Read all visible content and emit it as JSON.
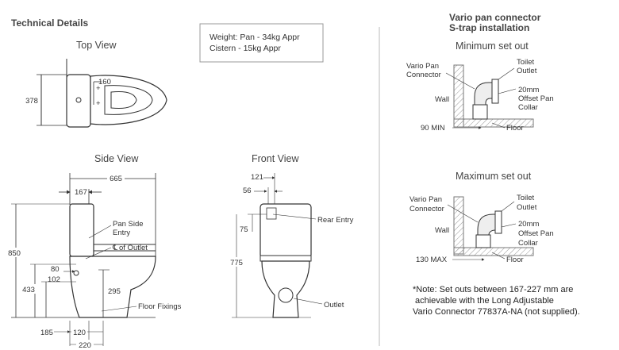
{
  "header": {
    "title": "Technical Details"
  },
  "weights": {
    "line1": "Weight: Pan - 34kg Appr",
    "line2": "Cistern - 15kg Appr"
  },
  "views": {
    "top": "Top View",
    "side": "Side View",
    "front": "Front View"
  },
  "top_view": {
    "dim_height": "378",
    "dim_160": "160"
  },
  "side_view": {
    "dim_665": "665",
    "dim_167": "167",
    "dim_850": "850",
    "dim_80": "80",
    "dim_102": "102",
    "dim_433": "433",
    "dim_295": "295",
    "dim_185": "185",
    "dim_120": "120",
    "dim_220": "220",
    "label_pan_side_1": "Pan Side",
    "label_pan_side_2": "Entry",
    "label_cl_symbol": "℄",
    "label_outlet": " of Outlet",
    "label_floor_fixings": "Floor Fixings"
  },
  "front_view": {
    "dim_121": "121",
    "dim_56": "56",
    "dim_75": "75",
    "dim_775": "775",
    "label_rear_entry": "Rear Entry",
    "label_outlet": "Outlet"
  },
  "connector": {
    "title_1": "Vario pan connector",
    "title_2": "S-trap installation",
    "min": {
      "subtitle": "Minimum set out",
      "vario_1": "Vario Pan",
      "vario_2": "Connector",
      "toilet_1": "Toilet",
      "toilet_2": "Outlet",
      "wall": "Wall",
      "offset_1": "20mm",
      "offset_2": "Offset Pan",
      "offset_3": "Collar",
      "dim": "90 MIN",
      "floor": "Floor"
    },
    "max": {
      "subtitle": "Maximum set out",
      "vario_1": "Vario Pan",
      "vario_2": "Connector",
      "toilet_1": "Toilet",
      "toilet_2": "Outlet",
      "wall": "Wall",
      "offset_1": "20mm",
      "offset_2": "Offset Pan",
      "offset_3": "Collar",
      "dim": "130 MAX",
      "floor": "Floor"
    },
    "note_1": "*Note: Set outs between 167-227 mm are",
    "note_2": "achievable with the Long Adjustable",
    "note_3": "Vario Connector 77837A-NA (not supplied)."
  }
}
